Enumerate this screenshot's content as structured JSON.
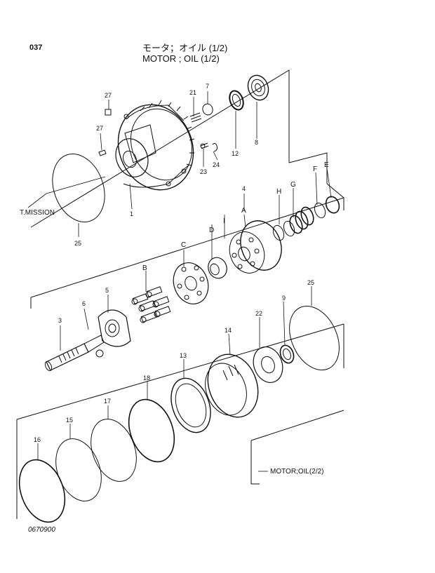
{
  "page_number": "037",
  "title_jp": "モータ；オイル (1/2)",
  "title_en": "MOTOR ; OIL (1/2)",
  "doc_code": "0670900",
  "refs": {
    "transmission": "T.MISSION",
    "continued": "MOTOR;OIL(2/2)"
  },
  "callouts": {
    "c1": "1",
    "c3": "3",
    "c4": "4",
    "c5": "5",
    "c6": "6",
    "c7": "7",
    "c8": "8",
    "c9": "9",
    "c12": "12",
    "c13": "13",
    "c14": "14",
    "c15": "15",
    "c16": "16",
    "c17": "17",
    "c18": "18",
    "c21": "21",
    "c22": "22",
    "c23": "23",
    "c24": "24",
    "c25a": "25",
    "c25b": "25",
    "c27a": "27",
    "c27b": "27",
    "cA": "A",
    "cB": "B",
    "cC": "C",
    "cD": "D",
    "cE": "E",
    "cF": "F",
    "cG": "G",
    "cH": "H",
    "cI": "I"
  }
}
